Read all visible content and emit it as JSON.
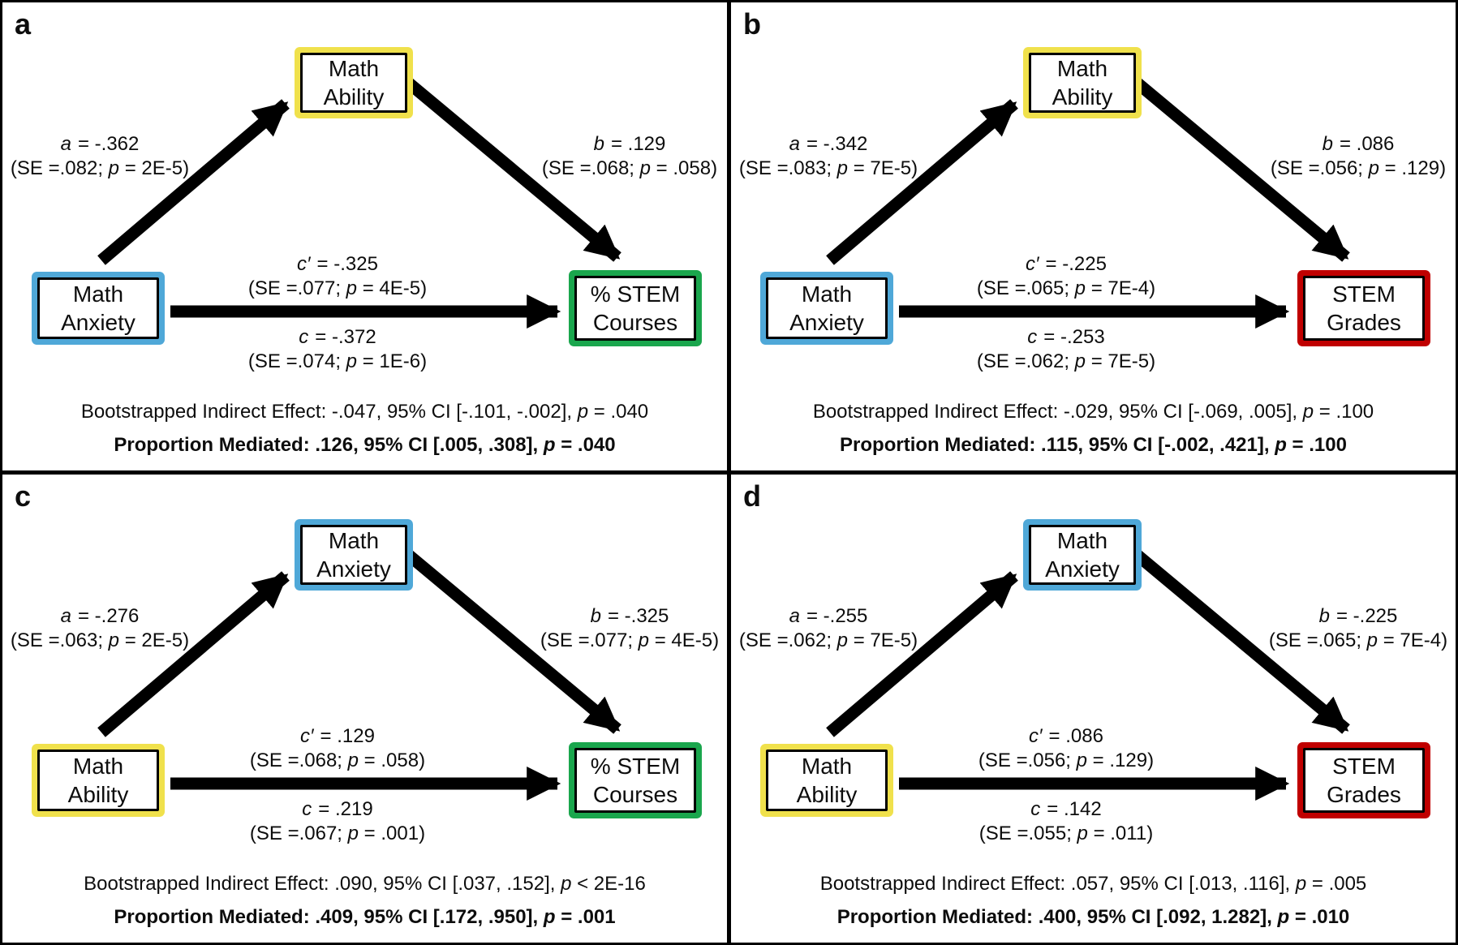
{
  "figure": {
    "description_letters": [
      "a",
      "b",
      "c",
      "d"
    ]
  },
  "colors": {
    "panel_border": "#000000",
    "arrow": "#000000",
    "math_anxiety_blue": "#4fa8d8",
    "math_ability_yellow": "#f0e14c",
    "stem_courses_green": "#1aa64d",
    "stem_grades_red": "#c00000"
  },
  "glyphs": {
    "p_italic": "p"
  },
  "panels": [
    {
      "letter": "a",
      "mediator": "Math Ability",
      "predictor": "Math Anxiety",
      "outcome": "% STEM Courses",
      "path_a": {
        "letter": "a",
        "value": "= -.362",
        "se_pre": "(SE =.082; ",
        "se_post": " = 2E-5)"
      },
      "path_b": {
        "letter": "b",
        "value": "= .129",
        "se_pre": "(SE =.068; ",
        "se_post": " = .058)"
      },
      "path_cp": {
        "letter": "c′",
        "value": "= -.325",
        "se_pre": "(SE =.077; ",
        "se_post": " = 4E-5)"
      },
      "path_c": {
        "letter": "c",
        "value": "= -.372",
        "se_pre": "(SE =.074; ",
        "se_post": " = 1E-6)"
      },
      "indirect_pre": "Bootstrapped Indirect Effect: -.047, 95% CI [-.101, -.002], ",
      "indirect_post": " = .040",
      "mediated_pre": "Proportion Mediated: .126, 95% CI [.005, .308], ",
      "mediated_post": " = .040"
    },
    {
      "letter": "b",
      "mediator": "Math Ability",
      "predictor": "Math Anxiety",
      "outcome": "STEM Grades",
      "path_a": {
        "letter": "a",
        "value": "= -.342",
        "se_pre": "(SE =.083; ",
        "se_post": " = 7E-5)"
      },
      "path_b": {
        "letter": "b",
        "value": "= .086",
        "se_pre": "(SE =.056; ",
        "se_post": " = .129)"
      },
      "path_cp": {
        "letter": "c′",
        "value": "= -.225",
        "se_pre": "(SE =.065; ",
        "se_post": " = 7E-4)"
      },
      "path_c": {
        "letter": "c",
        "value": "= -.253",
        "se_pre": "(SE =.062; ",
        "se_post": " = 7E-5)"
      },
      "indirect_pre": "Bootstrapped Indirect Effect: -.029, 95% CI [-.069, .005], ",
      "indirect_post": " = .100",
      "mediated_pre": "Proportion Mediated: .115, 95% CI [-.002, .421], ",
      "mediated_post": " = .100"
    },
    {
      "letter": "c",
      "mediator": "Math Anxiety",
      "predictor": "Math Ability",
      "outcome": "% STEM Courses",
      "path_a": {
        "letter": "a",
        "value": "= -.276",
        "se_pre": "(SE =.063; ",
        "se_post": " = 2E-5)"
      },
      "path_b": {
        "letter": "b",
        "value": "= -.325",
        "se_pre": "(SE =.077; ",
        "se_post": " = 4E-5)"
      },
      "path_cp": {
        "letter": "c′",
        "value": "= .129",
        "se_pre": "(SE =.068; ",
        "se_post": " = .058)"
      },
      "path_c": {
        "letter": "c",
        "value": "= .219",
        "se_pre": "(SE =.067; ",
        "se_post": " = .001)"
      },
      "indirect_pre": "Bootstrapped Indirect Effect: .090, 95% CI [.037, .152], ",
      "indirect_post": " < 2E-16",
      "mediated_pre": "Proportion Mediated: .409, 95% CI [.172, .950], ",
      "mediated_post": " = .001"
    },
    {
      "letter": "d",
      "mediator": "Math Anxiety",
      "predictor": "Math Ability",
      "outcome": "STEM Grades",
      "path_a": {
        "letter": "a",
        "value": "= -.255",
        "se_pre": "(SE =.062; ",
        "se_post": " = 7E-5)"
      },
      "path_b": {
        "letter": "b",
        "value": "= -.225",
        "se_pre": "(SE =.065; ",
        "se_post": " = 7E-4)"
      },
      "path_cp": {
        "letter": "c′",
        "value": "= .086",
        "se_pre": "(SE =.056; ",
        "se_post": " = .129)"
      },
      "path_c": {
        "letter": "c",
        "value": "= .142",
        "se_pre": "(SE =.055; ",
        "se_post": " = .011)"
      },
      "indirect_pre": "Bootstrapped Indirect Effect: .057, 95% CI [.013, .116], ",
      "indirect_post": " = .005",
      "mediated_pre": "Proportion Mediated: .400, 95% CI [.092, 1.282], ",
      "mediated_post": " = .010"
    }
  ]
}
